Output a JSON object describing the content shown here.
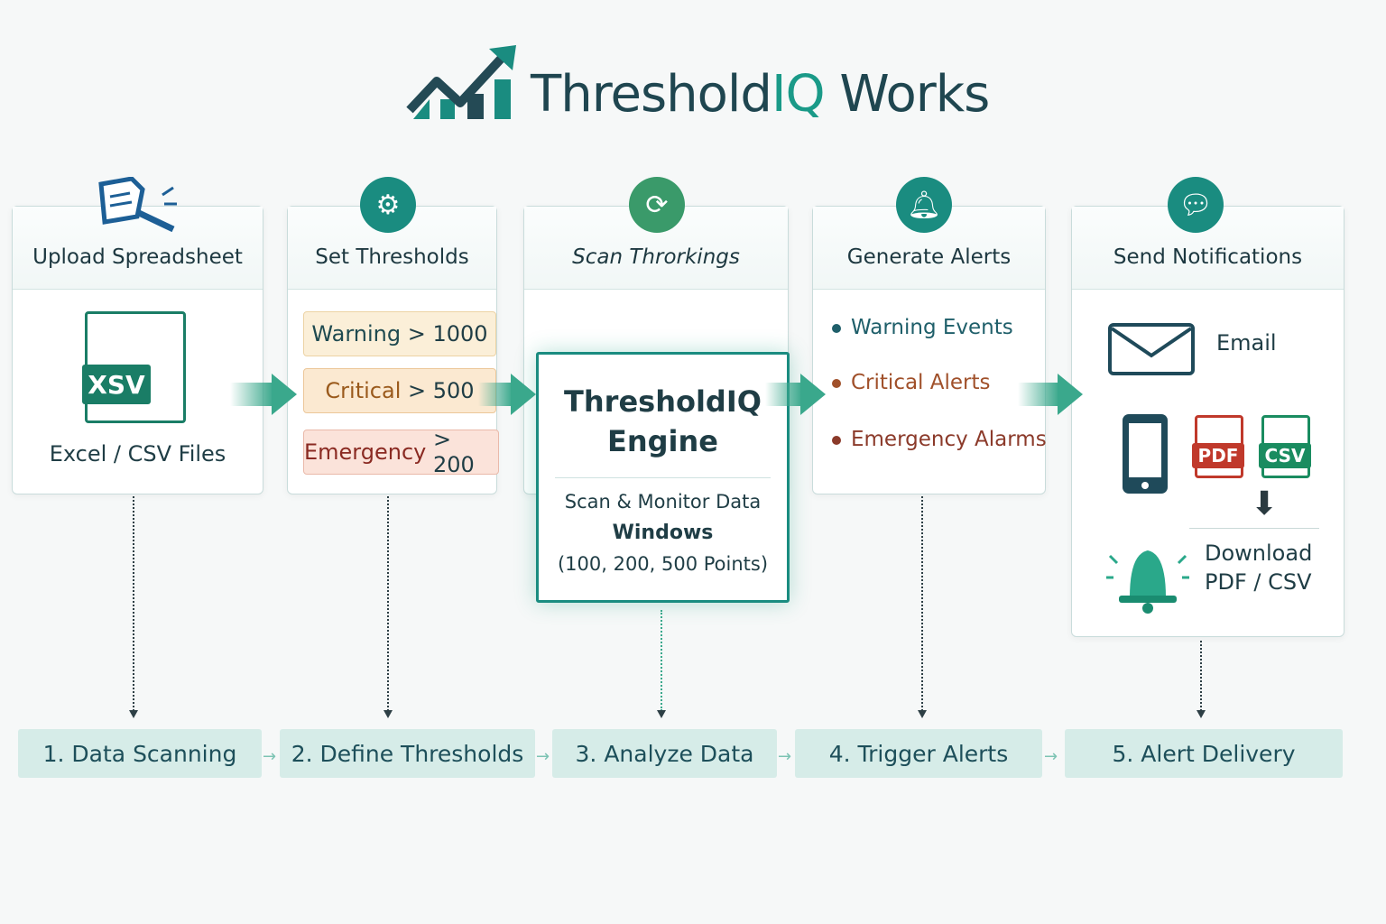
{
  "title": {
    "part1": "Threshold",
    "part2": "IQ",
    "part3": " Works"
  },
  "stages": [
    {
      "title": "Upload Spreadsheet",
      "icon": "document-search-icon",
      "file_tag": "XSV",
      "caption": "Excel / CSV Files"
    },
    {
      "title": "Set Thresholds",
      "icon": "gear-icon",
      "thresholds": [
        {
          "label": "Warning",
          "value": "> 1000",
          "color": "#1f4a50"
        },
        {
          "label": "Critical",
          "value": "> 500",
          "color": "#9a5a1c"
        },
        {
          "label": "Emergency",
          "value": "> 200",
          "color": "#8a2a22"
        }
      ]
    },
    {
      "title": "Scan Throrkings",
      "icon": "refresh-icon"
    },
    {
      "title": "Generate Alerts",
      "icon": "bell-icon",
      "alerts": [
        {
          "label": "Warning Events",
          "color": "#1f5f6a"
        },
        {
          "label": "Critical Alerts",
          "color": "#a0502a"
        },
        {
          "label": "Emergency Alarms",
          "color": "#8b3a2a"
        }
      ]
    },
    {
      "title": "Send Notifications",
      "icon": "chat-bubble-icon",
      "email": "Email",
      "pdf_tag": "PDF",
      "csv_tag": "CSV",
      "download_line1": "Download",
      "download_line2": "PDF / CSV"
    }
  ],
  "engine": {
    "title_line1": "ThresholdIQ",
    "title_line2": "Engine",
    "desc": "Scan & Monitor Data",
    "windows": "Windows",
    "points": "(100, 200, 500 Points)"
  },
  "steps": [
    "1. Data Scanning",
    "2. Define Thresholds",
    "3. Analyze Data",
    "4. Trigger Alerts",
    "5. Alert Delivery"
  ]
}
